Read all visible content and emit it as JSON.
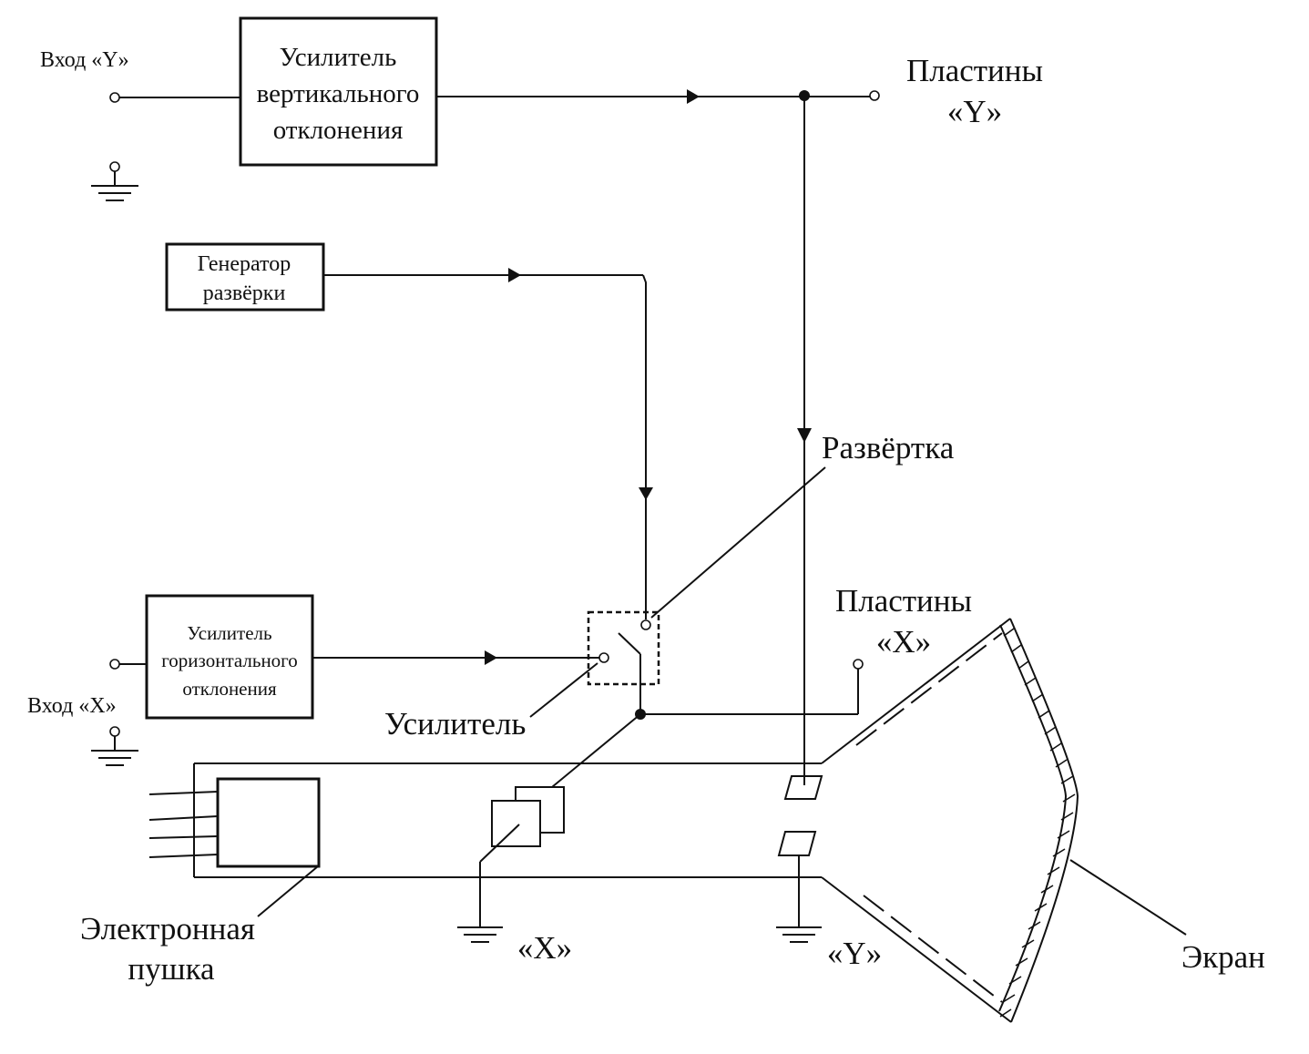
{
  "diagram": {
    "blocks": {
      "vertical_amplifier": [
        "Усилитель",
        "вертикального",
        "отклонения"
      ],
      "sweep_generator": [
        "Генератор",
        "развёрки"
      ],
      "horizontal_amplifier": [
        "Усилитель",
        "горизонтального",
        "отклонения"
      ]
    },
    "labels": {
      "input_y": "Вход «Y»",
      "input_x": "Вход «X»",
      "plates_y": [
        "Пластины",
        "«Y»"
      ],
      "plates_x": [
        "Пластины",
        "«X»"
      ],
      "sweep_switch": "Развёртка",
      "amplifier_switch": "Усилитель",
      "electron_gun": [
        "Электронная",
        "пушка"
      ],
      "x_plates_bottom": "«X»",
      "y_plates_bottom": "«Y»",
      "screen": "Экран"
    }
  }
}
